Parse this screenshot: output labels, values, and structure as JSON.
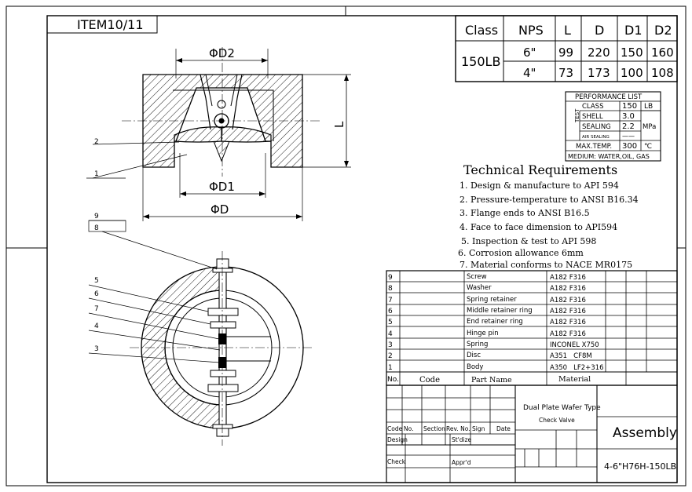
{
  "item_label": "ITEM10/11",
  "dims": {
    "d2": "ΦD2",
    "d1": "ΦD1",
    "d": "ΦD",
    "l": "L"
  },
  "callouts_top": [
    "2",
    "1"
  ],
  "callouts_bottom": [
    "9",
    "8",
    "5",
    "6",
    "7",
    "4",
    "3"
  ],
  "size_table": {
    "headers": [
      "Class",
      "NPS",
      "L",
      "D",
      "D1",
      "D2"
    ],
    "class_value": "150LB",
    "rows": [
      [
        "6\"",
        "99",
        "220",
        "150",
        "160"
      ],
      [
        "4\"",
        "73",
        "173",
        "100",
        "108"
      ]
    ]
  },
  "performance": {
    "title": "PERFORMANCE LIST",
    "class_label": "CLASS",
    "class_value": "150",
    "class_unit": "LB",
    "test_label": "TEST",
    "shell_label": "SHELL",
    "shell_value": "3.0",
    "sealing_label": "SEALING",
    "sealing_value": "2.2",
    "air_label": "AIR SEALING",
    "air_value": "——",
    "pressure_unit": "MPa",
    "max_temp_label": "MAX.TEMP.",
    "max_temp_value": "300",
    "max_temp_unit": "℃",
    "medium": "MEDIUM: WATER,OIL, GAS"
  },
  "requirements": {
    "title": "Technical Requirements",
    "items": [
      "1. Design & manufacture to API 594",
      "2. Pressure-temperature to ANSI B16.34",
      "3. Flange ends to ANSI B16.5",
      "4. Face to face dimension to API594",
      "5. Inspection & test to API 598",
      "6. Corrosion allowance 6mm",
      "7. Material conforms to NACE MR0175"
    ]
  },
  "bom": {
    "rows": [
      {
        "no": "9",
        "part": "Screw",
        "material": "A182 F316"
      },
      {
        "no": "8",
        "part": "Washer",
        "material": "A182 F316"
      },
      {
        "no": "7",
        "part": "Spring retainer",
        "material": "A182 F316"
      },
      {
        "no": "6",
        "part": "Middle retainer ring",
        "material": "A182 F316"
      },
      {
        "no": "5",
        "part": "End retainer ring",
        "material": "A182 F316"
      },
      {
        "no": "4",
        "part": "Hinge pin",
        "material": "A182 F316"
      },
      {
        "no": "3",
        "part": "Spring",
        "material": "INCONEL X750"
      },
      {
        "no": "2",
        "part": "Disc",
        "material": "A351   CF8M"
      },
      {
        "no": "1",
        "part": "Body",
        "material": "A350   LF2+316"
      }
    ],
    "header": {
      "no": "No.",
      "code": "Code",
      "part": "Part Name",
      "material": "Material"
    }
  },
  "title_block": {
    "product": "Dual Plate Wafer Type",
    "product2": "Check Valve",
    "drawing_title": "Assembly",
    "drawing_no": "4-6\"H76H-150LB",
    "labels": {
      "code": "Code",
      "no": "No.",
      "section": "Section",
      "revno": "Rev. No.",
      "sign": "Sign",
      "date": "Date",
      "design": "Design",
      "stdize": "St'dize",
      "check": "Check",
      "apprd": "Appr'd"
    }
  }
}
